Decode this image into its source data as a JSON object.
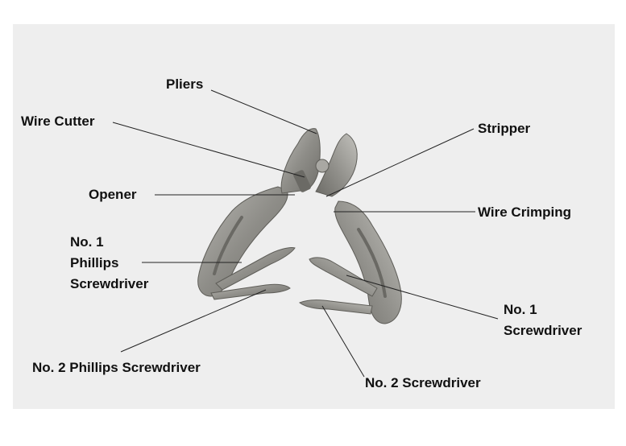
{
  "title": "Multi-tool parts diagram",
  "colors": {
    "background": "#eeeeee",
    "metal": "#8e8d88",
    "text": "#111111"
  },
  "labels": {
    "pliers": "Pliers",
    "wire_cutter": "Wire Cutter",
    "opener": "Opener",
    "no1_phillips": "No. 1\nPhillips\nScrewdriver",
    "no2_phillips": "No. 2 Phillips Screwdriver",
    "stripper": "Stripper",
    "wire_crimping": "Wire Crimping",
    "no1_screwdriver": "No. 1\nScrewdriver",
    "no2_screwdriver": "No. 2 Screwdriver"
  }
}
